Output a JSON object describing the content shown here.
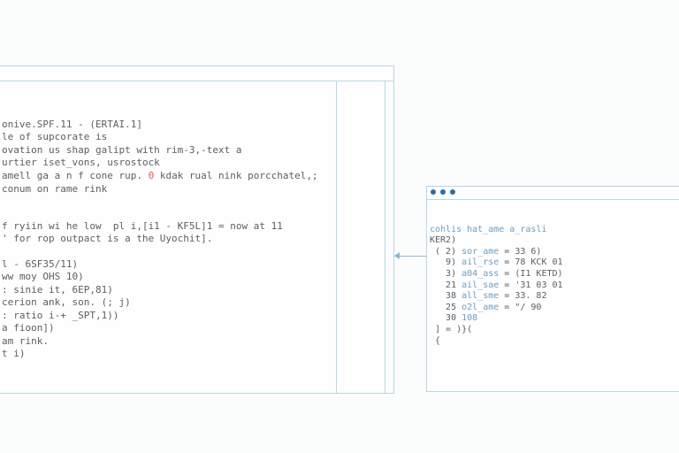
{
  "editor": {
    "block1": [
      {
        "text": "onive.SPF.11 - (ERTAI.1]"
      },
      {
        "text": "le of supcorate is"
      },
      {
        "text": "ovation us shap galipt with rim-3,-text a"
      },
      {
        "text": "urtier iset_vons, usrostock"
      },
      {
        "pre": "amell ga a n f cone rup. ",
        "red": "0",
        "post": " kdak rual nink porcchatel,;"
      },
      {
        "text": "conum on rame rink"
      }
    ],
    "block2": [
      "f ryiin wi he low  pl i,[i1 - KF5L]1 = now at 11",
      "' for rop outpact is a the Uyochit]."
    ],
    "block3": [
      "l - 6SF35/11)",
      "ww moy OHS 10)",
      ": sinie it, 6EP,81)",
      "cerion ank, son. (; j)",
      ": ratio i-+ _SPT,1))",
      "a fioon])",
      "am rink.",
      "t i)"
    ]
  },
  "output": {
    "title": "cohlis hat_ame a_rasli",
    "lines": [
      {
        "pre": "KER2)",
        "blue": "",
        "post": ""
      },
      {
        "pre": " ( 2) ",
        "blue": "sor_ame",
        "post": " = 33 6)"
      },
      {
        "pre": "   9) ",
        "blue": "ail_rse",
        "post": " = 78 KCK 01"
      },
      {
        "pre": "   3) ",
        "blue": "a04_ass",
        "post": " = (I1 KETD)"
      },
      {
        "pre": "   21 ",
        "blue": "ail_sae",
        "post": " = '31 03 01"
      },
      {
        "pre": "   38 ",
        "blue": "all_sme",
        "post": " = 33. 82"
      },
      {
        "pre": "   25 ",
        "blue": "o2l_ame",
        "post": " = \"/ 90"
      },
      {
        "pre": "   30 ",
        "blue": "108",
        "post": ""
      },
      {
        "pre": " ] = )}(",
        "blue": "",
        "post": ""
      },
      {
        "pre": " {",
        "blue": "",
        "post": ""
      }
    ]
  },
  "colors": {
    "border": "#b9d7e6",
    "dots": "#2f6d9e",
    "highlight": "#e05a5a"
  }
}
